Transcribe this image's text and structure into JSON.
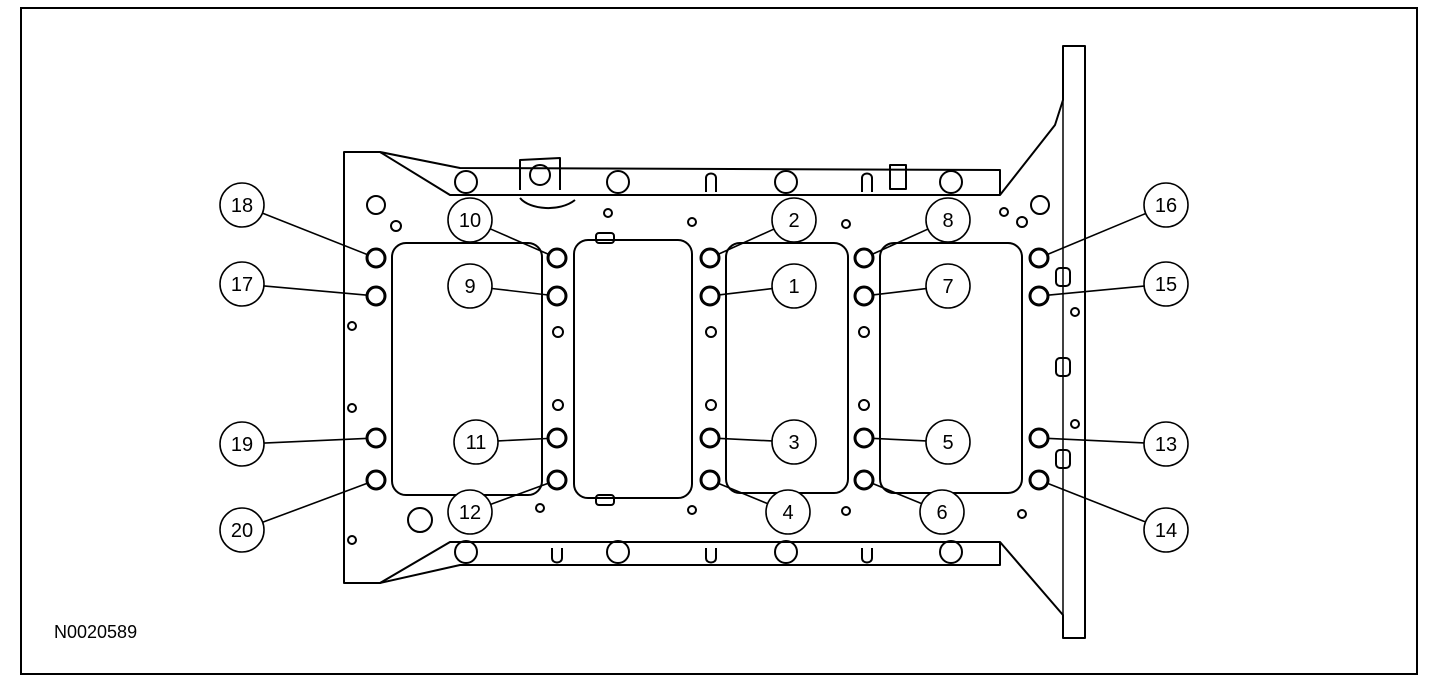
{
  "figure_id": "N0020589",
  "callouts": [
    {
      "label": "1"
    },
    {
      "label": "2"
    },
    {
      "label": "3"
    },
    {
      "label": "4"
    },
    {
      "label": "5"
    },
    {
      "label": "6"
    },
    {
      "label": "7"
    },
    {
      "label": "8"
    },
    {
      "label": "9"
    },
    {
      "label": "10"
    },
    {
      "label": "11"
    },
    {
      "label": "12"
    },
    {
      "label": "13"
    },
    {
      "label": "14"
    },
    {
      "label": "15"
    },
    {
      "label": "16"
    },
    {
      "label": "17"
    },
    {
      "label": "18"
    },
    {
      "label": "19"
    },
    {
      "label": "20"
    }
  ],
  "colors": {
    "line": "#000000",
    "background": "#ffffff"
  }
}
